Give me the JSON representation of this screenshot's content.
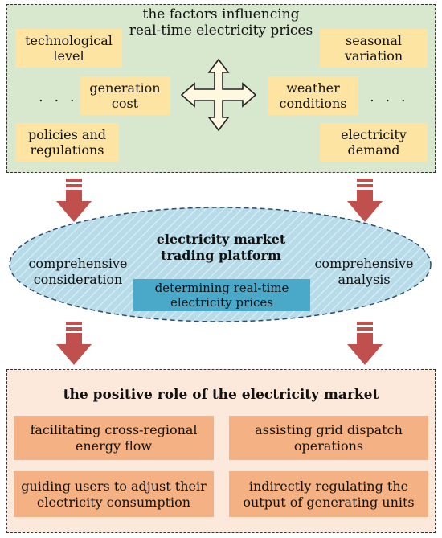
{
  "factors_panel": {
    "title_line1": "the factors influencing",
    "title_line2": "real-time electricity prices",
    "ellipsis": ". . .",
    "factors": {
      "technological_level": "technological level",
      "generation_cost": "generation cost",
      "policies_and_regulations": "policies and regulations",
      "seasonal_variation": "seasonal variation",
      "weather_conditions": "weather conditions",
      "electricity_demand": "electricity demand"
    }
  },
  "platform": {
    "title_line1": "electricity market",
    "title_line2": "trading platform",
    "left_text_line1": "comprehensive",
    "left_text_line2": "consideration",
    "right_text_line1": "comprehensive",
    "right_text_line2": "analysis",
    "price_line1": "determining real-time",
    "price_line2": "electricity prices"
  },
  "roles_panel": {
    "title": "the positive role of the electricity market",
    "roles": {
      "cross_regional": "facilitating cross-regional energy flow",
      "grid_dispatch": "assisting grid dispatch operations",
      "guiding_users": "guiding users to adjust their electricity consumption",
      "regulating_output": "indirectly regulating the output of generating units"
    }
  },
  "colors": {
    "top_panel_bg": "#d8e8cf",
    "factor_bg": "#fde4a3",
    "arrow_red": "#c0504d",
    "ellipse_blue": "#b7dbe8",
    "price_box": "#4aa8c8",
    "bottom_panel_bg": "#fde8dc",
    "role_bg": "#f4b183"
  }
}
